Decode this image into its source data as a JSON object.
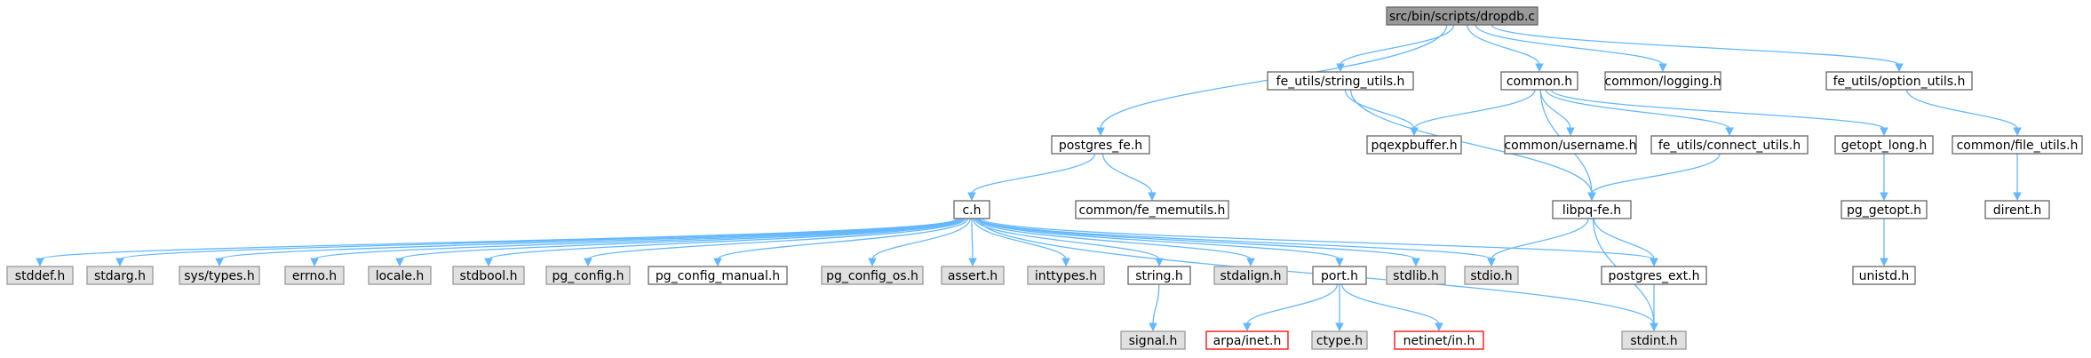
{
  "palette": {
    "root_fill": "#999999",
    "plain_fill": "#ffffff",
    "plain_border": "#666666",
    "system_fill": "#e0e0e0",
    "system_border": "#999999",
    "missing_border": "#ff0000",
    "edge": "#63b8ff",
    "text": "#000000"
  },
  "nodes": [
    {
      "id": "dropdb_c",
      "label": "src/bin/scripts/dropdb.c",
      "kind": "root"
    },
    {
      "id": "postgres_fe_h",
      "label": "postgres_fe.h",
      "kind": "plain"
    },
    {
      "id": "string_utils_h",
      "label": "fe_utils/string_utils.h",
      "kind": "plain"
    },
    {
      "id": "common_h",
      "label": "common.h",
      "kind": "plain"
    },
    {
      "id": "logging_h",
      "label": "common/logging.h",
      "kind": "plain"
    },
    {
      "id": "option_utils_h",
      "label": "fe_utils/option_utils.h",
      "kind": "plain"
    },
    {
      "id": "pqexpbuffer_h",
      "label": "pqexpbuffer.h",
      "kind": "plain"
    },
    {
      "id": "username_h",
      "label": "common/username.h",
      "kind": "plain"
    },
    {
      "id": "connect_utils_h",
      "label": "fe_utils/connect_utils.h",
      "kind": "plain"
    },
    {
      "id": "getopt_long_h",
      "label": "getopt_long.h",
      "kind": "plain"
    },
    {
      "id": "file_utils_h",
      "label": "common/file_utils.h",
      "kind": "plain"
    },
    {
      "id": "c_h",
      "label": "c.h",
      "kind": "plain"
    },
    {
      "id": "fe_memutils_h",
      "label": "common/fe_memutils.h",
      "kind": "plain"
    },
    {
      "id": "libpq_fe_h",
      "label": "libpq-fe.h",
      "kind": "plain"
    },
    {
      "id": "pg_getopt_h",
      "label": "pg_getopt.h",
      "kind": "plain"
    },
    {
      "id": "dirent_h",
      "label": "dirent.h",
      "kind": "plain"
    },
    {
      "id": "stddef_h",
      "label": "stddef.h",
      "kind": "system"
    },
    {
      "id": "stdarg_h",
      "label": "stdarg.h",
      "kind": "system"
    },
    {
      "id": "sys_types_h",
      "label": "sys/types.h",
      "kind": "system"
    },
    {
      "id": "errno_h",
      "label": "errno.h",
      "kind": "system"
    },
    {
      "id": "locale_h",
      "label": "locale.h",
      "kind": "system"
    },
    {
      "id": "stdbool_h",
      "label": "stdbool.h",
      "kind": "system"
    },
    {
      "id": "pg_config_h",
      "label": "pg_config.h",
      "kind": "system"
    },
    {
      "id": "pg_config_manual_h",
      "label": "pg_config_manual.h",
      "kind": "plain"
    },
    {
      "id": "pg_config_os_h",
      "label": "pg_config_os.h",
      "kind": "system"
    },
    {
      "id": "assert_h",
      "label": "assert.h",
      "kind": "system"
    },
    {
      "id": "inttypes_h",
      "label": "inttypes.h",
      "kind": "system"
    },
    {
      "id": "string_h",
      "label": "string.h",
      "kind": "plain"
    },
    {
      "id": "stdalign_h",
      "label": "stdalign.h",
      "kind": "system"
    },
    {
      "id": "port_h",
      "label": "port.h",
      "kind": "plain"
    },
    {
      "id": "stdlib_h",
      "label": "stdlib.h",
      "kind": "system"
    },
    {
      "id": "stdio_h",
      "label": "stdio.h",
      "kind": "system"
    },
    {
      "id": "postgres_ext_h",
      "label": "postgres_ext.h",
      "kind": "plain"
    },
    {
      "id": "unistd_h",
      "label": "unistd.h",
      "kind": "plain"
    },
    {
      "id": "signal_h",
      "label": "signal.h",
      "kind": "system"
    },
    {
      "id": "arpa_inet_h",
      "label": "arpa/inet.h",
      "kind": "missing"
    },
    {
      "id": "ctype_h",
      "label": "ctype.h",
      "kind": "system"
    },
    {
      "id": "netinet_in_h",
      "label": "netinet/in.h",
      "kind": "missing"
    },
    {
      "id": "stdint_h",
      "label": "stdint.h",
      "kind": "system"
    }
  ],
  "edges": [
    [
      "dropdb_c",
      "postgres_fe_h"
    ],
    [
      "dropdb_c",
      "string_utils_h"
    ],
    [
      "dropdb_c",
      "common_h"
    ],
    [
      "dropdb_c",
      "logging_h"
    ],
    [
      "dropdb_c",
      "option_utils_h"
    ],
    [
      "postgres_fe_h",
      "c_h"
    ],
    [
      "postgres_fe_h",
      "fe_memutils_h"
    ],
    [
      "string_utils_h",
      "pqexpbuffer_h"
    ],
    [
      "string_utils_h",
      "libpq_fe_h"
    ],
    [
      "common_h",
      "pqexpbuffer_h"
    ],
    [
      "common_h",
      "libpq_fe_h"
    ],
    [
      "common_h",
      "username_h"
    ],
    [
      "common_h",
      "connect_utils_h"
    ],
    [
      "common_h",
      "getopt_long_h"
    ],
    [
      "option_utils_h",
      "file_utils_h"
    ],
    [
      "connect_utils_h",
      "libpq_fe_h"
    ],
    [
      "getopt_long_h",
      "pg_getopt_h"
    ],
    [
      "file_utils_h",
      "dirent_h"
    ],
    [
      "pg_getopt_h",
      "unistd_h"
    ],
    [
      "libpq_fe_h",
      "stdio_h"
    ],
    [
      "libpq_fe_h",
      "postgres_ext_h"
    ],
    [
      "libpq_fe_h",
      "stdint_h"
    ],
    [
      "postgres_ext_h",
      "stdint_h"
    ],
    [
      "c_h",
      "stddef_h"
    ],
    [
      "c_h",
      "stdarg_h"
    ],
    [
      "c_h",
      "sys_types_h"
    ],
    [
      "c_h",
      "errno_h"
    ],
    [
      "c_h",
      "locale_h"
    ],
    [
      "c_h",
      "stdbool_h"
    ],
    [
      "c_h",
      "pg_config_h"
    ],
    [
      "c_h",
      "pg_config_manual_h"
    ],
    [
      "c_h",
      "pg_config_os_h"
    ],
    [
      "c_h",
      "assert_h"
    ],
    [
      "c_h",
      "inttypes_h"
    ],
    [
      "c_h",
      "string_h"
    ],
    [
      "c_h",
      "stdalign_h"
    ],
    [
      "c_h",
      "port_h"
    ],
    [
      "c_h",
      "stdlib_h"
    ],
    [
      "c_h",
      "stdio_h"
    ],
    [
      "c_h",
      "postgres_ext_h"
    ],
    [
      "c_h",
      "stdint_h"
    ],
    [
      "string_h",
      "signal_h"
    ],
    [
      "port_h",
      "arpa_inet_h"
    ],
    [
      "port_h",
      "ctype_h"
    ],
    [
      "port_h",
      "netinet_in_h"
    ]
  ]
}
